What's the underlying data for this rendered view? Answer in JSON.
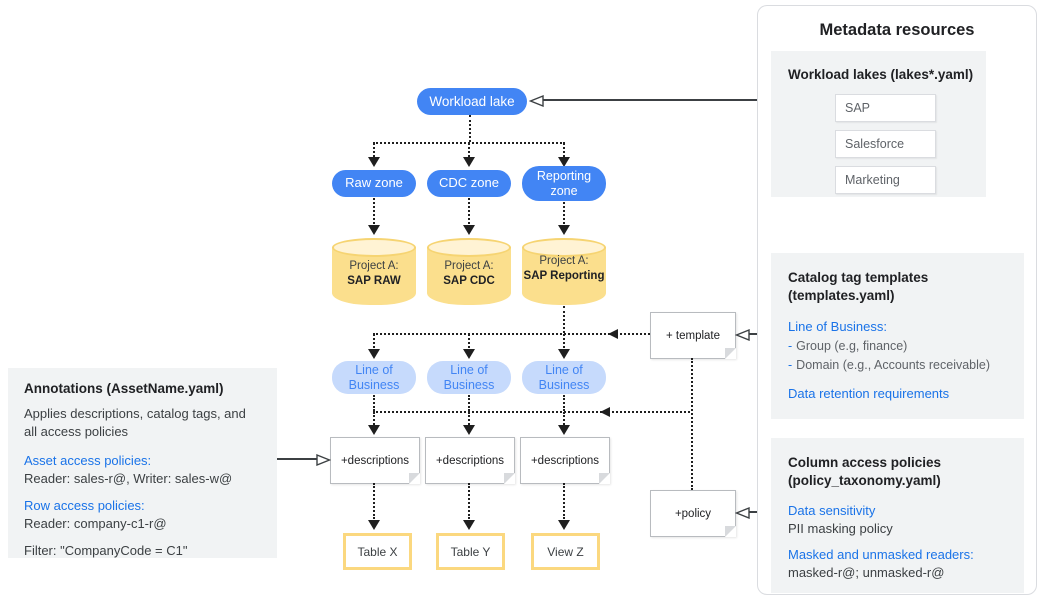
{
  "colors": {
    "node_blue": "#4285f4",
    "lob_fill": "#c6dafc",
    "cylinder_fill": "#fbdf8d",
    "cylinder_top": "#fff3d4",
    "table_border": "#fbd87f",
    "link_blue": "#1a73e8",
    "section_gray": "#f1f3f4",
    "connector_dark": "#1f1f1f"
  },
  "diagram": {
    "workload_lake_label": "Workload lake",
    "zones": [
      "Raw zone",
      "CDC zone",
      "Reporting zone"
    ],
    "project_prefix": "Project A:",
    "projects": [
      "SAP RAW",
      "SAP CDC",
      "SAP Reporting"
    ],
    "lob_label": "Line of Business",
    "descriptions_label": "+descriptions",
    "template_label": "+ template",
    "policy_label": "+policy",
    "outputs": [
      "Table X",
      "Table Y",
      "View Z"
    ]
  },
  "annotations_panel": {
    "title": "Annotations (AssetName.yaml)",
    "description": "Applies descriptions, catalog tags, and all access policies",
    "asset_access_heading": "Asset access policies:",
    "asset_access_value": "Reader: sales-r@, Writer: sales-w@",
    "row_access_heading": "Row access policies:",
    "row_access_value": "Reader: company-c1-r@",
    "filter_value": "Filter: \"CompanyCode = C1\""
  },
  "metadata_panel": {
    "title": "Metadata resources",
    "workload_lakes": {
      "heading": "Workload lakes (lakes*.yaml)",
      "items": [
        "SAP",
        "Salesforce",
        "Marketing"
      ]
    },
    "catalog_templates": {
      "heading_line1": "Catalog tag templates",
      "heading_line2": "(templates.yaml)",
      "lob_heading": "Line of Business:",
      "bullet_char": "-",
      "bullets": [
        "Group (e.g, finance)",
        "Domain (e.g., Accounts receivable)"
      ],
      "retention_heading": "Data retention requirements"
    },
    "column_policies": {
      "heading_line1": "Column access policies",
      "heading_line2": "(policy_taxonomy.yaml)",
      "sensitivity_heading": "Data sensitivity",
      "sensitivity_value": "PII masking policy",
      "readers_heading": "Masked and unmasked readers:",
      "readers_value": "masked-r@; unmasked-r@"
    }
  }
}
